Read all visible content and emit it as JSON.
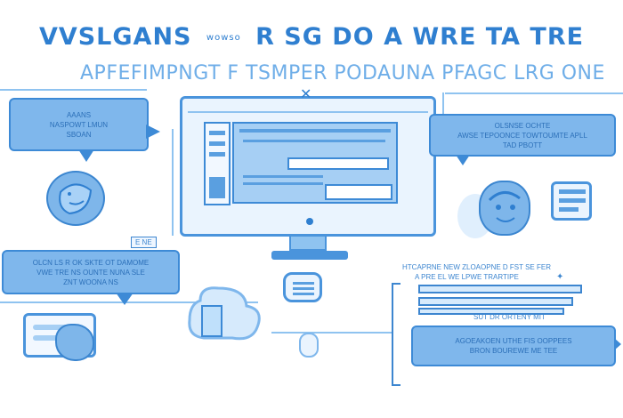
{
  "title": {
    "main_left": "VVSLGANS",
    "main_small": "wowso",
    "main_right": "R SG DO A WRE TA TRE"
  },
  "subtitle": "APFEFIMPNGT F TSMPER PODAUNA PFAGC LRG ONE",
  "left_top_bubble": {
    "line1": "AAANS",
    "line2": "NASPOWT LMUN",
    "line3": "SBOAN"
  },
  "left_mid_label": "E NE",
  "left_bubble": {
    "line1": "OLCN LS R OK SKTE OT DAMOME",
    "line2": "VWE TRE NS OUNTE NUNA SLE",
    "line3": "ZNT WOONA NS"
  },
  "right_top_bubble": {
    "line1": "OLSNSE OCHTE",
    "line2": "AWSE TEPOONCE TOWTOUMTE APLL",
    "line3": "TAD PBOTT"
  },
  "right_list": {
    "header1": "HTCAPRNE NEW ZLOAOPNE D FST SE FER",
    "header2": "A PRE EL WE LPWE TRARTIPE",
    "footer": "SUT DR ORTENY MIT"
  },
  "right_bubble": {
    "line1": "AGOEAKOEN UTHE FIS OOPPEES",
    "line2": "BRON BOUREWE ME TEE"
  },
  "colors": {
    "primary": "#2f7fd0",
    "light": "#7fb7ec",
    "pale": "#eaf4fe"
  }
}
